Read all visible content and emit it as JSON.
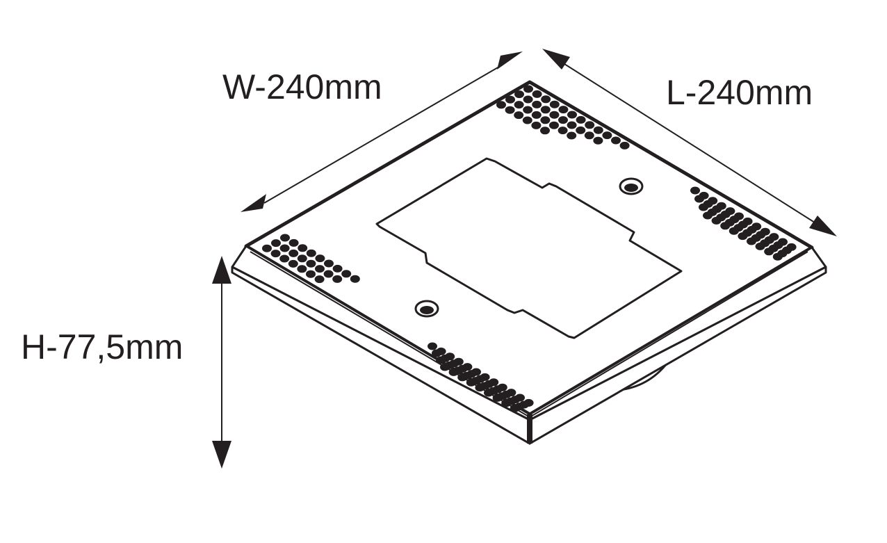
{
  "dimensions": {
    "width": "W-240mm",
    "length": "L-240mm",
    "height": "H-77,5mm"
  },
  "colors": {
    "ink": "#231f20",
    "background": "#ffffff"
  }
}
